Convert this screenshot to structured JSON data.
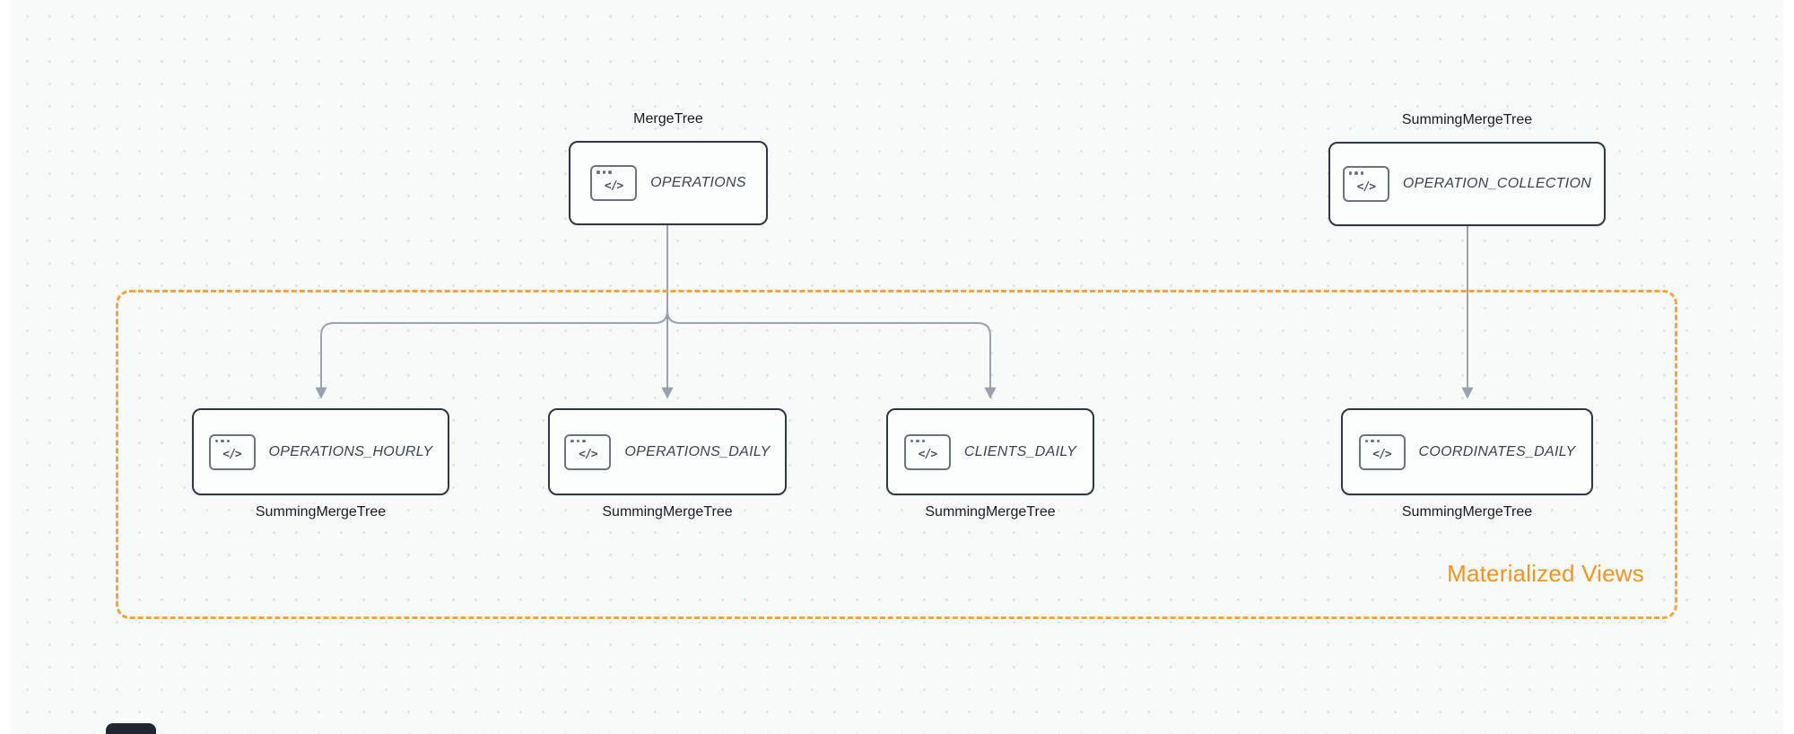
{
  "canvas": {
    "background": "#f8f9f9",
    "dot_color": "#e0e3e5"
  },
  "icon": {
    "name": "code-window-icon",
    "glyph": "</>"
  },
  "nodes": {
    "operations": {
      "label": "OPERATIONS",
      "engine": "MergeTree"
    },
    "operation_collection": {
      "label": "OPERATION_COLLECTION",
      "engine": "SummingMergeTree"
    },
    "operations_hourly": {
      "label": "OPERATIONS_HOURLY",
      "engine": "SummingMergeTree"
    },
    "operations_daily": {
      "label": "OPERATIONS_DAILY",
      "engine": "SummingMergeTree"
    },
    "clients_daily": {
      "label": "CLIENTS_DAILY",
      "engine": "SummingMergeTree"
    },
    "coordinates_daily": {
      "label": "COORDINATES_DAILY",
      "engine": "SummingMergeTree"
    }
  },
  "group": {
    "label": "Materialized Views",
    "border_color": "#f7a43c",
    "label_color": "#f7941e"
  },
  "colors": {
    "arrow": "#9aa3ad",
    "node_border": "#2e3744",
    "node_background": "#fcfdfd",
    "node_text": "#3a4352"
  }
}
